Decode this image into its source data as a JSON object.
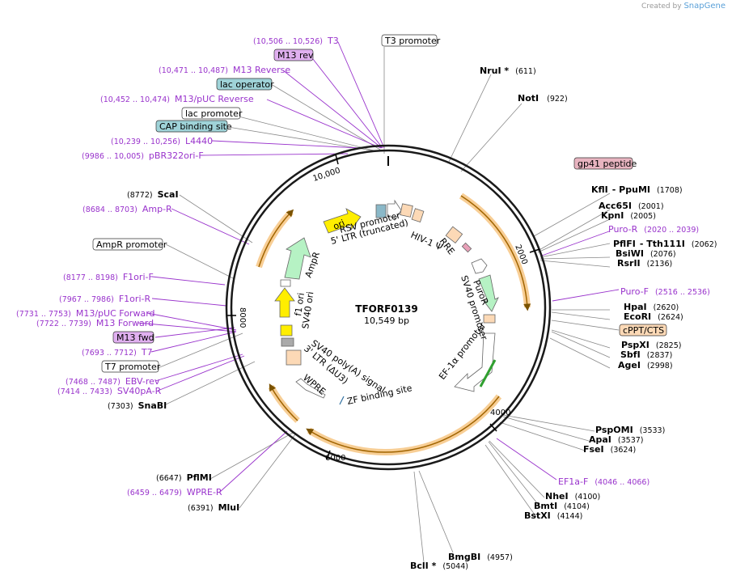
{
  "branding": {
    "created_by": "Created by",
    "app": "SnapGene"
  },
  "plasmid": {
    "name": "TFORF0139",
    "length": "10,549 bp"
  },
  "ticks": [
    "2000",
    "4000",
    "6000",
    "8000",
    "10,000"
  ],
  "features": {
    "rsv_promoter": "RSV promoter",
    "ltr5": "5' LTR (truncated)",
    "hiv1": "HIV-1 Ψ",
    "rre": "RRE",
    "puror": "PuroR",
    "sv40_promoter": "SV40 promoter",
    "ef1a_promoter": "EF-1α promoter",
    "zf_site": "ZF binding site",
    "sv40_polya": "SV40 poly(A) signal",
    "ltr3": "3' LTR (ΔU3)",
    "wpre": "WPRE",
    "sv40_ori": "SV40 ori",
    "f1_ori": "f1 ori",
    "ampr": "AmpR",
    "ori": "ori"
  },
  "labels": {
    "t3": {
      "pos": "(10,506 .. 10,526)",
      "name": "T3"
    },
    "m13rev_box": "M13 rev",
    "m13reverse": {
      "pos": "(10,471 .. 10,487)",
      "name": "M13 Reverse"
    },
    "lac_operator": "lac operator",
    "m13puc_rev": {
      "pos": "(10,452 .. 10,474)",
      "name": "M13/pUC Reverse"
    },
    "lac_promoter": "lac promoter",
    "cap_site": "CAP binding site",
    "l4440": {
      "pos": "(10,239 .. 10,256)",
      "name": "L4440"
    },
    "pbr322": {
      "pos": "(9986 .. 10,005)",
      "name": "pBR322ori-F"
    },
    "scai": {
      "pos": "(8772)",
      "name": "ScaI"
    },
    "ampr_primer": {
      "pos": "(8684 .. 8703)",
      "name": "Amp-R"
    },
    "ampr_promoter": "AmpR promoter",
    "f1ori_f": {
      "pos": "(8177 .. 8198)",
      "name": "F1ori-F"
    },
    "f1ori_r": {
      "pos": "(7967 .. 7986)",
      "name": "F1ori-R"
    },
    "m13puc_fwd": {
      "pos": "(7731 .. 7753)",
      "name": "M13/pUC Forward"
    },
    "m13fwd": {
      "pos": "(7722 .. 7739)",
      "name": "M13 Forward"
    },
    "m13fwd_box": "M13 fwd",
    "t7": {
      "pos": "(7693 .. 7712)",
      "name": "T7"
    },
    "t7_promoter": "T7 promoter",
    "ebv_rev": {
      "pos": "(7468 .. 7487)",
      "name": "EBV-rev"
    },
    "sv40pa_r": {
      "pos": "(7414 .. 7433)",
      "name": "SV40pA-R"
    },
    "snabi": {
      "pos": "(7303)",
      "name": "SnaBI"
    },
    "pflmi": {
      "pos": "(6647)",
      "name": "PflMI"
    },
    "wpre_r": {
      "pos": "(6459 .. 6479)",
      "name": "WPRE-R"
    },
    "mlui": {
      "pos": "(6391)",
      "name": "MluI"
    },
    "bcli": {
      "name": "BclI *",
      "pos": "(5044)"
    },
    "bmgbi": {
      "name": "BmgBI",
      "pos": "(4957)"
    },
    "bstxi": {
      "name": "BstXI",
      "pos": "(4144)"
    },
    "bmti": {
      "name": "BmtI",
      "pos": "(4104)"
    },
    "nhei": {
      "name": "NheI",
      "pos": "(4100)"
    },
    "ef1a_f": {
      "name": "EF1a-F",
      "pos": "(4046 .. 4066)"
    },
    "fsei": {
      "name": "FseI",
      "pos": "(3624)"
    },
    "apai": {
      "name": "ApaI",
      "pos": "(3537)"
    },
    "pspomi": {
      "name": "PspOMI",
      "pos": "(3533)"
    },
    "agei": {
      "name": "AgeI",
      "pos": "(2998)"
    },
    "sbfi": {
      "name": "SbfI",
      "pos": "(2837)"
    },
    "pspxi": {
      "name": "PspXI",
      "pos": "(2825)"
    },
    "cppt": "cPPT/CTS",
    "ecori": {
      "name": "EcoRI",
      "pos": "(2624)"
    },
    "hpai": {
      "name": "HpaI",
      "pos": "(2620)"
    },
    "puro_f": {
      "name": "Puro-F",
      "pos": "(2516 .. 2536)"
    },
    "rsrii": {
      "name": "RsrII",
      "pos": "(2136)"
    },
    "bsiwi": {
      "name": "BsiWI",
      "pos": "(2076)"
    },
    "pflfi": {
      "name": "PflFI",
      "tth": "- Tth111I",
      "pos": "(2062)"
    },
    "puro_r": {
      "name": "Puro-R",
      "pos": "(2020 .. 2039)"
    },
    "kpni": {
      "name": "KpnI",
      "pos": "(2005)"
    },
    "acc65i": {
      "name": "Acc65I",
      "pos": "(2001)"
    },
    "kfli": {
      "name": "KflI",
      "ppumi": "- PpuMI",
      "pos": "(1708)"
    },
    "gp41": "gp41 peptide",
    "noti": {
      "name": "NotI",
      "pos": "(922)"
    },
    "nrui": {
      "name": "NruI *",
      "pos": "(611)"
    },
    "t3_promoter": "T3 promoter"
  },
  "colors": {
    "primer": "#9933cc",
    "line": "#666666",
    "orange": "#f5a623",
    "green": "#b6f2c4",
    "yellow": "#ffee00",
    "peach": "#fcd9b6",
    "teal_box": "#9fd3d8",
    "purple_box": "#e0b0f0",
    "pink_box": "#e8b4c0"
  }
}
